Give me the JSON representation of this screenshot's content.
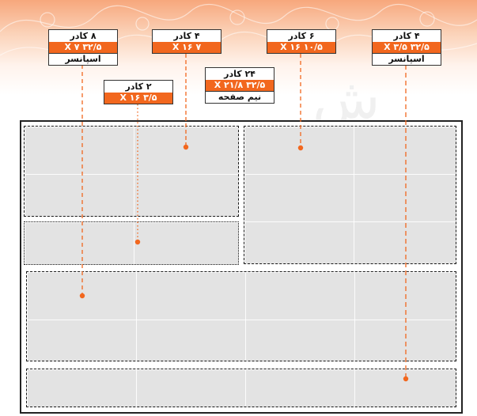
{
  "labels": {
    "a": {
      "title": "۸ کادر",
      "size": "۳۲/۵ X ۷",
      "note": "اسپانسر"
    },
    "b": {
      "title": "۴ کادر",
      "size": "۷ X ۱۶"
    },
    "c": {
      "title": "۶ کادر",
      "size": "۱۰/۵ X ۱۶"
    },
    "d": {
      "title": "۴ کادر",
      "size": "۳۲/۵ X ۳/۵",
      "note": "اسپانسر"
    },
    "e": {
      "title": "۲ کادر",
      "size": "۳/۵ X ۱۶"
    },
    "f": {
      "title": "۲۴ کادر",
      "size": "۳۲/۵ X ۲۱/۸",
      "note": "نیم صفحه"
    }
  },
  "watermark": "ش",
  "colors": {
    "accent": "#f2671e",
    "zone_fill": "#e3e3e3",
    "border": "#222222"
  }
}
